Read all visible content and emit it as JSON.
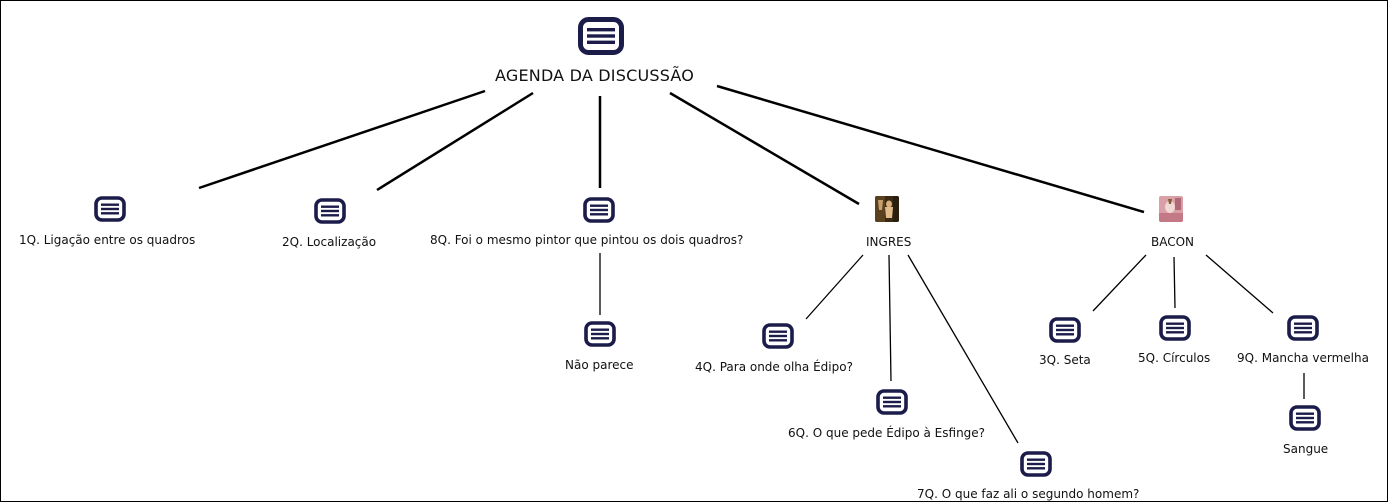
{
  "root": {
    "label": "AGENDA DA DISCUSSÃO"
  },
  "nodes": {
    "q1": {
      "label": "1Q. Ligação entre os quadros"
    },
    "q2": {
      "label": "2Q. Localização"
    },
    "q8": {
      "label": "8Q. Foi o mesmo pintor que pintou os dois quadros?"
    },
    "nao_parece": {
      "label": "Não parece"
    },
    "ingres": {
      "label": "INGRES"
    },
    "q4": {
      "label": "4Q. Para onde olha Édipo?"
    },
    "q6": {
      "label": "6Q. O que pede Édipo à Esfinge?"
    },
    "q7": {
      "label": "7Q. O que faz ali o segundo homem?"
    },
    "bacon": {
      "label": "BACON"
    },
    "q3": {
      "label": "3Q. Seta"
    },
    "q5": {
      "label": "5Q. Círculos"
    },
    "q9": {
      "label": "9Q. Mancha vermelha"
    },
    "sangue": {
      "label": "Sangue"
    }
  },
  "colors": {
    "icon": "#1c1c4a",
    "line": "#000000"
  }
}
